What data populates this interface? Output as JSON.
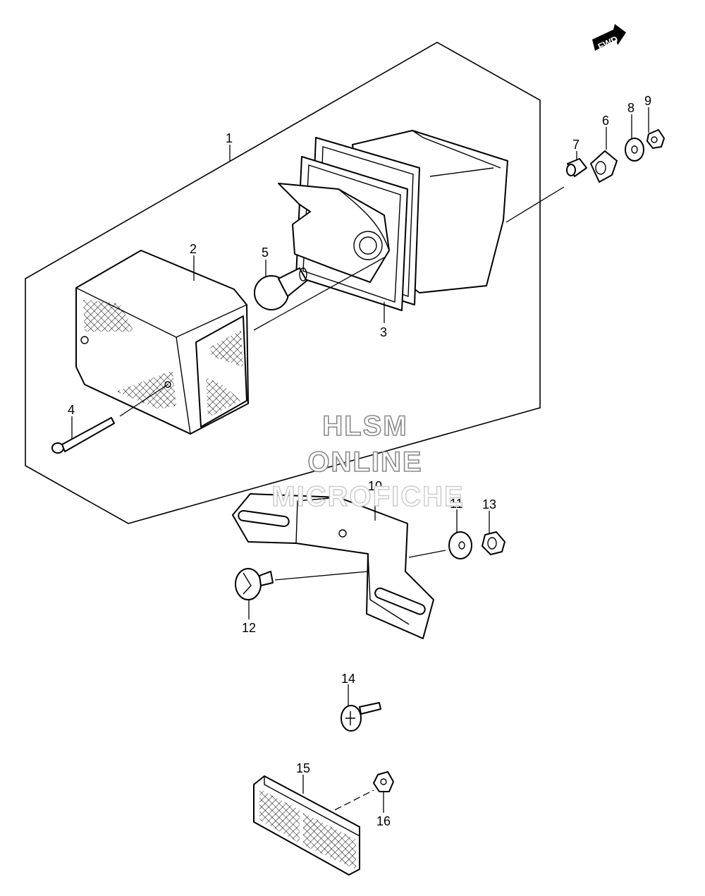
{
  "badge": {
    "fwd_label": "FWD"
  },
  "watermark": {
    "line1": "HLSM",
    "line2": "ONLINE",
    "line3": "MICROFICHE"
  },
  "callouts": {
    "c1": "1",
    "c2": "2",
    "c3": "3",
    "c4": "4",
    "c5": "5",
    "c6": "6",
    "c7": "7",
    "c8": "8",
    "c9": "9",
    "c10": "10",
    "c11": "11",
    "c12": "12",
    "c13": "13",
    "c14": "14",
    "c15": "15",
    "c16": "16"
  }
}
